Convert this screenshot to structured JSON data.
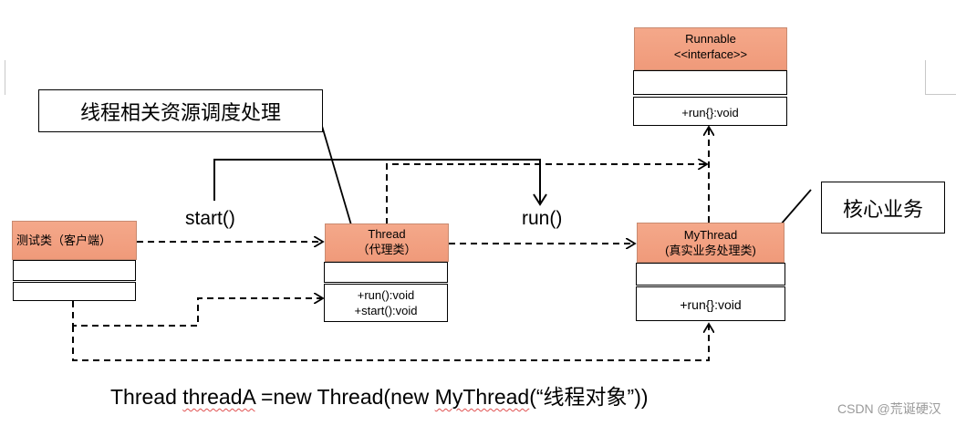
{
  "classes": {
    "runnable": {
      "name": "Runnable",
      "stereotype": "<<interface>>",
      "method": "+run{}:void"
    },
    "thread": {
      "name": "Thread",
      "subtitle": "（代理类）",
      "methods": [
        "+run():void",
        "+start():void"
      ]
    },
    "mythread": {
      "name": "MyThread",
      "subtitle": "(真实业务处理类)",
      "method": "+run{}:void"
    },
    "client": {
      "name": "测试类（客户端）"
    }
  },
  "notes": {
    "thread_note": "线程相关资源调度处理",
    "core_note": "核心业务"
  },
  "labels": {
    "start": "start()",
    "run": "run()"
  },
  "code_line": {
    "prefix": "Thread ",
    "var": "threadA",
    "rest": " =new Thread(new ",
    "cls": "MyThread",
    "arg": "(“线程对象”))"
  },
  "watermark": "CSDN @荒诞硬汉"
}
